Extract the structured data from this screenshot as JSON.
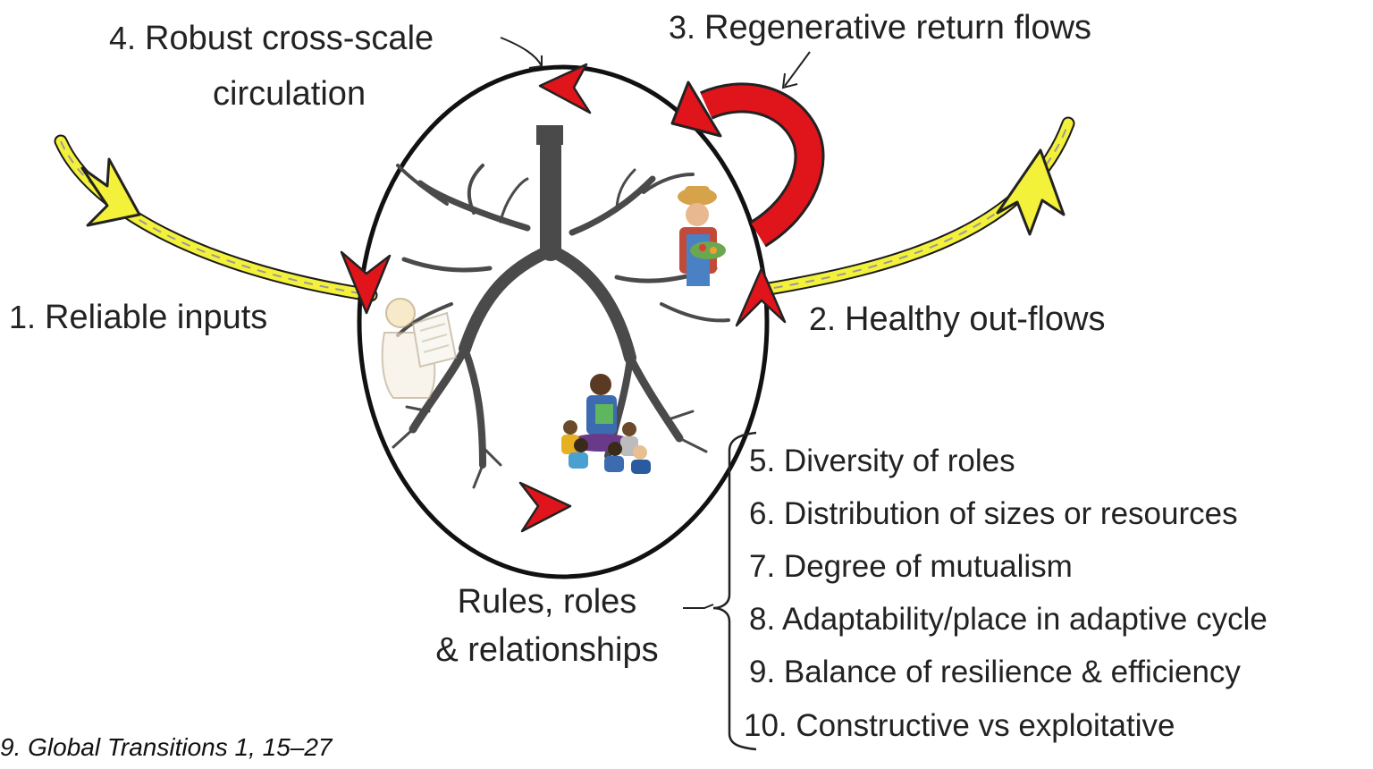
{
  "labels": {
    "label_1": {
      "num": "1.",
      "text": "Reliable inputs"
    },
    "label_2": {
      "num": "2.",
      "text": "Healthy out-flows"
    },
    "label_3": {
      "num": "3.",
      "text": "Regenerative return flows"
    },
    "label_4": {
      "num": "4.",
      "line1": "Robust cross-scale",
      "line2": "circulation"
    },
    "rules": {
      "line1": "Rules, roles",
      "line2": "& relationships"
    }
  },
  "list": [
    "5. Diversity of roles",
    "6. Distribution of sizes or resources",
    "7. Degree of mutualism",
    "8. Adaptability/place in adaptive cycle",
    "9. Balance of resilience & efficiency",
    "10. Constructive vs exploitative"
  ],
  "citation": "9. Global Transitions 1, 15–27",
  "colors": {
    "red_arrow": "#e0141b",
    "yellow_flow": "#f4f13a",
    "tree": "#4a4a4a",
    "circle": "#111111"
  },
  "icons": [
    "tree-network-icon",
    "farmer-icon",
    "person-with-papers-icon",
    "group-reading-icon"
  ]
}
